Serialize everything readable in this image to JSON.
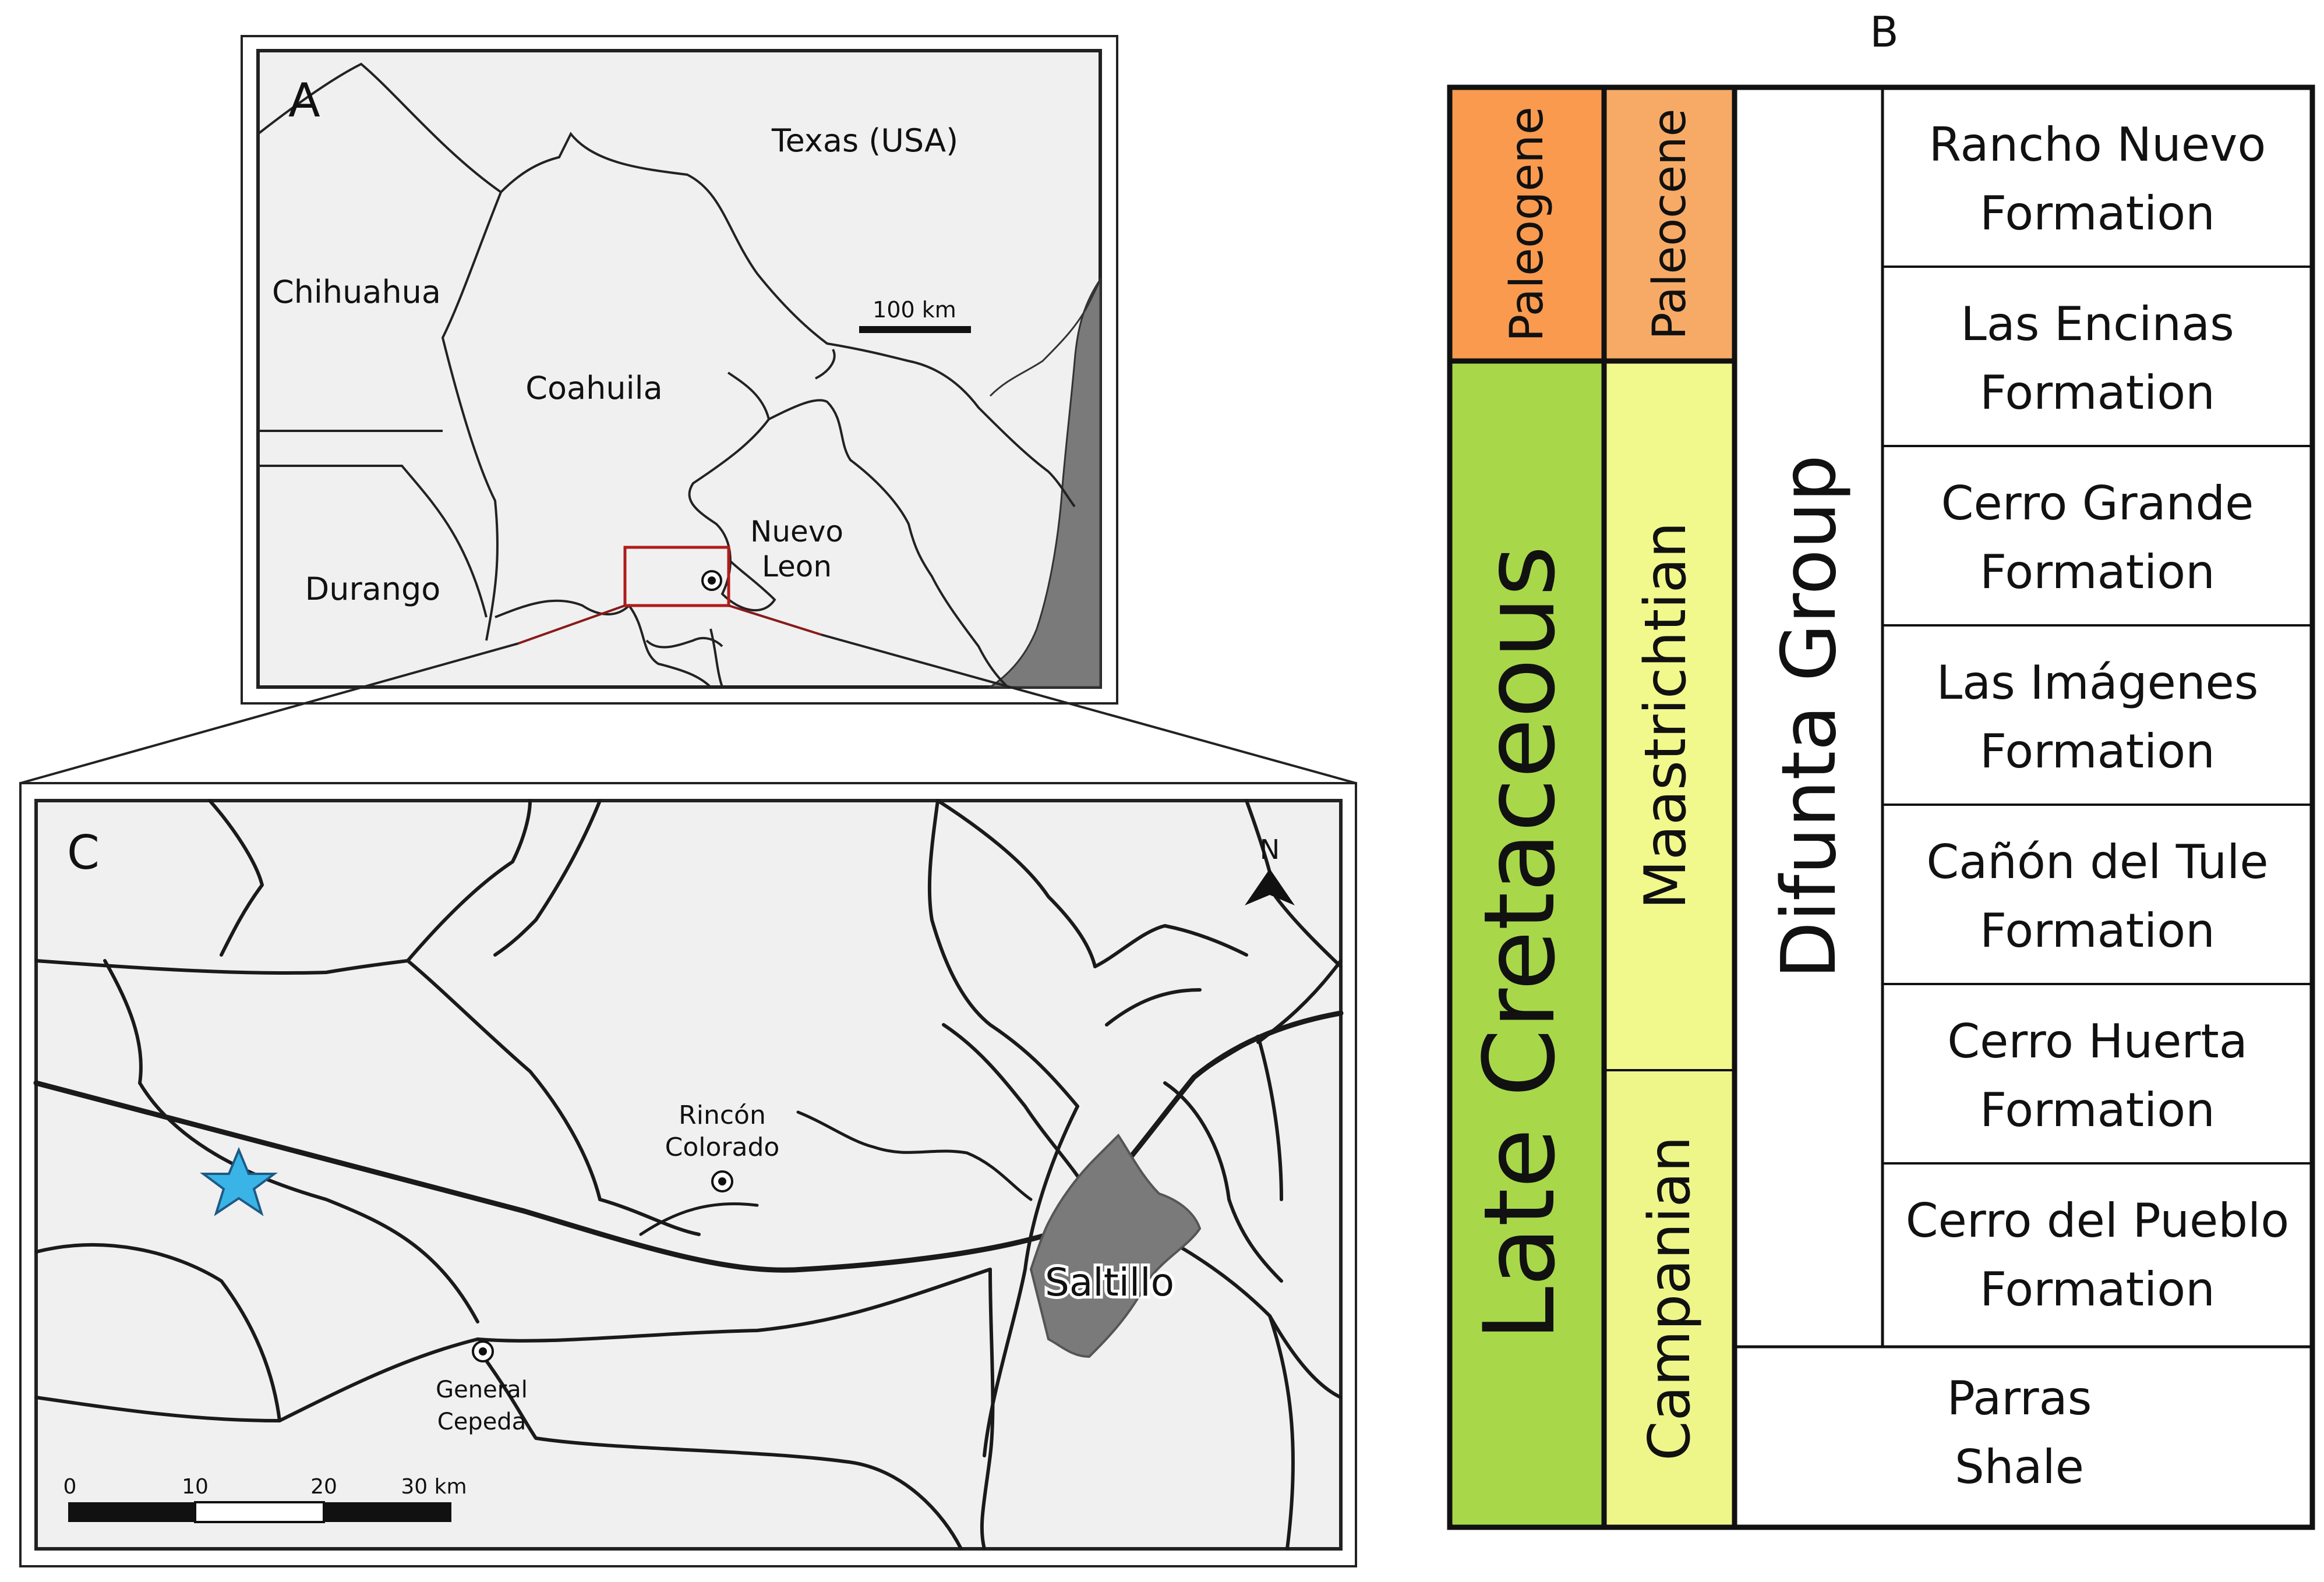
{
  "panel_a": {
    "letter": "A",
    "labels": {
      "texas": "Texas (USA)",
      "chihuahua": "Chihuahua",
      "coahuila": "Coahuila",
      "durango": "Durango",
      "nuevo_leon_1": "Nuevo",
      "nuevo_leon_2": "Leon"
    },
    "scale": "100 km"
  },
  "panel_b": {
    "letter": "B",
    "periods": {
      "paleogene": "Paleogene",
      "late_cretaceous": "Late Cretaceous"
    },
    "epochs": {
      "paleocene": "Paleocene",
      "maastrichtian": "Maastrichtian",
      "campanian": "Campanian"
    },
    "group": "Difunta Group",
    "formations": [
      {
        "line1": "Rancho Nuevo",
        "line2": "Formation"
      },
      {
        "line1": "Las Encinas",
        "line2": "Formation"
      },
      {
        "line1": "Cerro Grande",
        "line2": "Formation"
      },
      {
        "line1": "Las Imágenes",
        "line2": "Formation"
      },
      {
        "line1": "Cañón del Tule",
        "line2": "Formation"
      },
      {
        "line1": "Cerro Huerta",
        "line2": "Formation"
      },
      {
        "line1": "Cerro del Pueblo",
        "line2": "Formation"
      }
    ],
    "base": {
      "line1": "Parras",
      "line2": "Shale"
    },
    "colors": {
      "paleogene": "#f99a4f",
      "paleocene": "#f7aa66",
      "late_cretaceous": "#a8d84a",
      "maastrichtian": "#f2f98c",
      "campanian": "#eef68a"
    }
  },
  "panel_c": {
    "letter": "C",
    "north": "N",
    "towns": {
      "rincon_1": "Rincón",
      "rincon_2": "Colorado",
      "saltillo": "Saltillo",
      "cepeda_1": "General",
      "cepeda_2": "Cepeda"
    },
    "scale_ticks": [
      "0",
      "10",
      "20",
      "30 km"
    ],
    "star_color": "#3ab4e6"
  }
}
